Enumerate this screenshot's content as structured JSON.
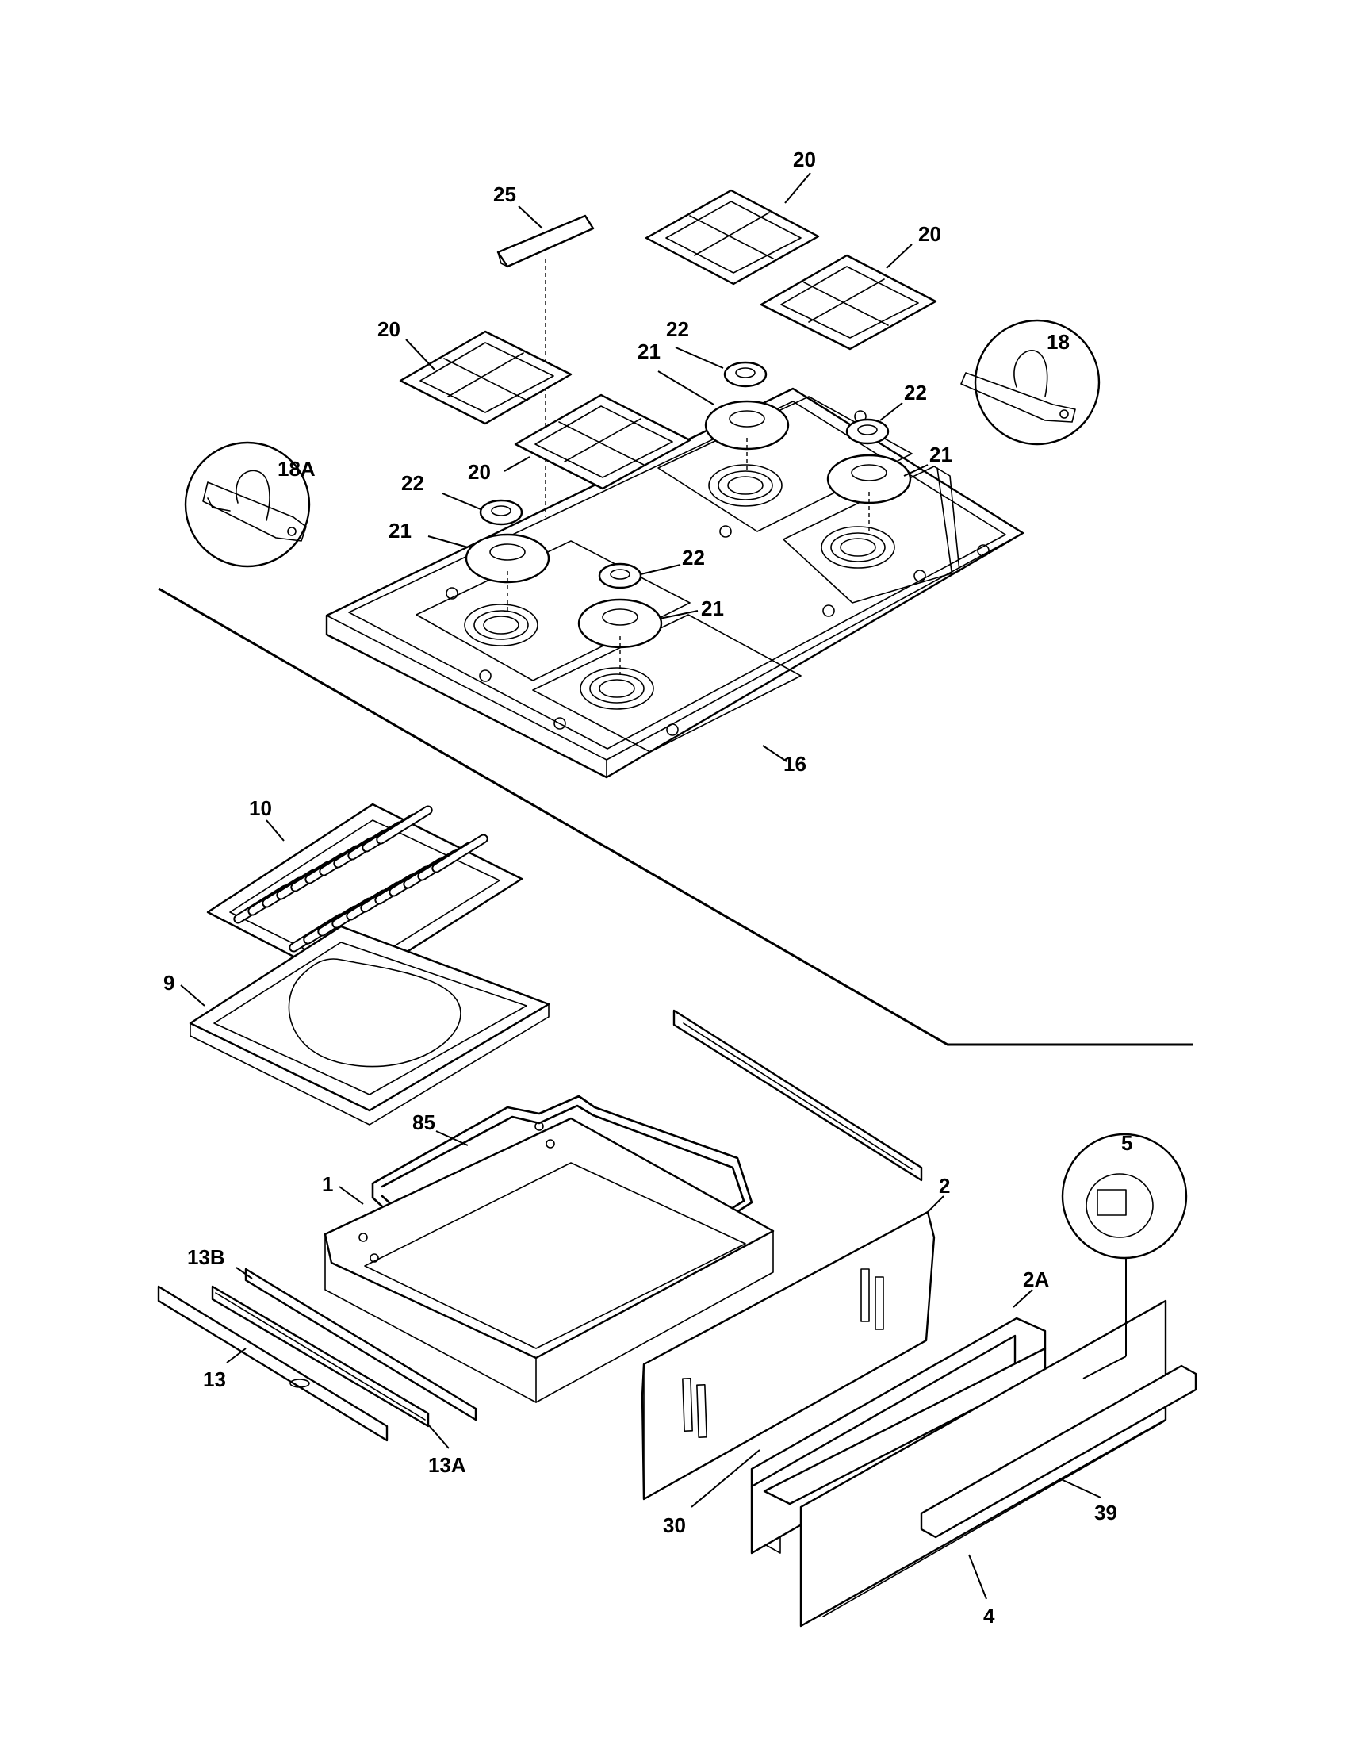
{
  "callouts": {
    "c25": "25",
    "c20a": "20",
    "c20b": "20",
    "c20c": "20",
    "c20d": "20",
    "c18": "18",
    "c18a": "18A",
    "c22a": "22",
    "c22b": "22",
    "c22c": "22",
    "c22d": "22",
    "c21a": "21",
    "c21b": "21",
    "c21c": "21",
    "c21d": "21",
    "c16": "16",
    "c10": "10",
    "c9": "9",
    "c85": "85",
    "c1": "1",
    "c2": "2",
    "c2a": "2A",
    "c5": "5",
    "c13b": "13B",
    "c13": "13",
    "c13a": "13A",
    "c30": "30",
    "c39": "39",
    "c4": "4"
  },
  "colors": {
    "line": "#000000",
    "background": "#ffffff"
  }
}
